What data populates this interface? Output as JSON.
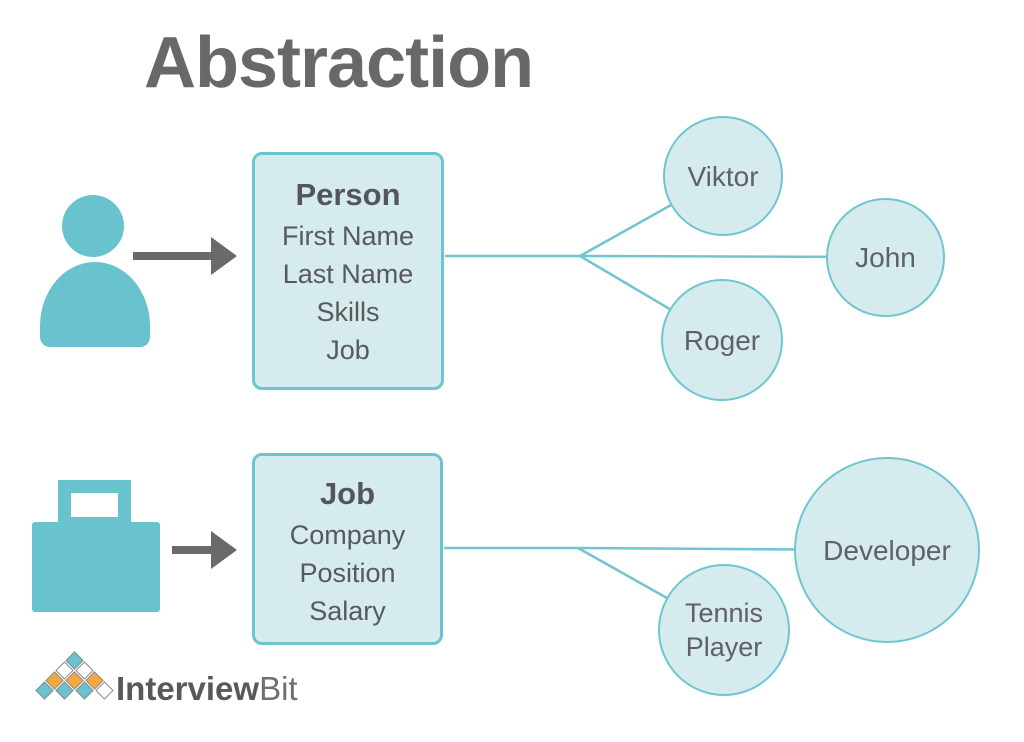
{
  "title": "Abstraction",
  "person": {
    "box": {
      "title": "Person",
      "fields": [
        "First Name",
        "Last Name",
        "Skills",
        "Job"
      ]
    },
    "instances": [
      "Viktor",
      "John",
      "Roger"
    ]
  },
  "job": {
    "box": {
      "title": "Job",
      "fields": [
        "Company",
        "Position",
        "Salary"
      ]
    },
    "instances": [
      "Developer",
      "Tennis Player"
    ]
  },
  "logo": {
    "primary": "Interview",
    "secondary": "Bit",
    "pyramid": [
      [
        "teal"
      ],
      [
        "white",
        "white"
      ],
      [
        "orange",
        "orange",
        "orange"
      ],
      [
        "teal",
        "teal",
        "teal",
        "white"
      ]
    ]
  },
  "colors": {
    "teal_solid": "#69c3ce",
    "shape_fill": "#d5ebee",
    "shape_stroke": "#6fc6d1",
    "text_gray": "#58595b",
    "arrow_gray": "#696a6c",
    "logo_orange": "#f5a93c"
  }
}
